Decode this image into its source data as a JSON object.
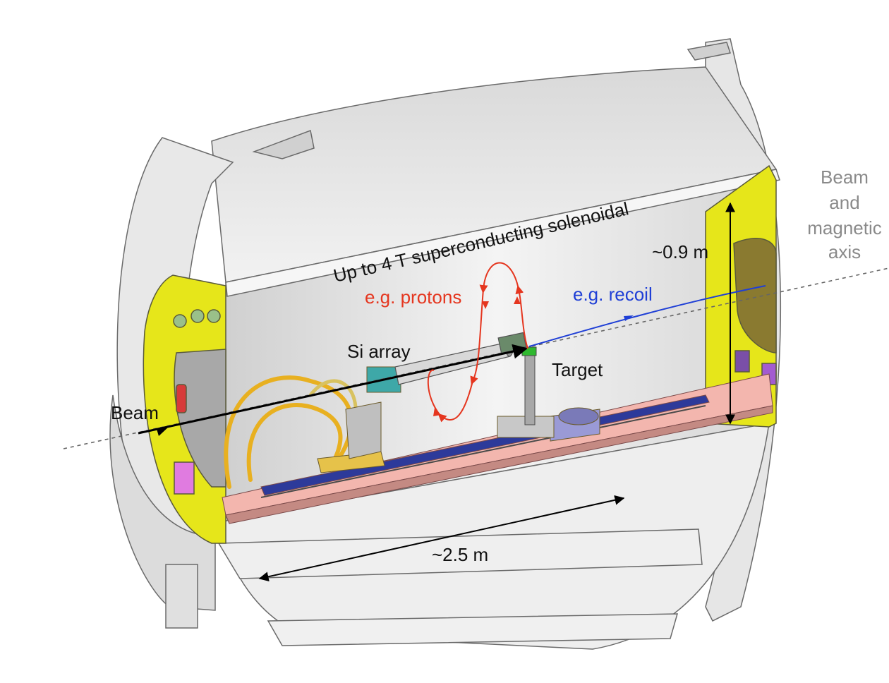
{
  "labels": {
    "solenoid": "Up to 4 T superconducting solenoidal",
    "protons": "e.g. protons",
    "recoil": "e.g. recoil",
    "si_array": "Si array",
    "target": "Target",
    "beam": "Beam",
    "height": "~0.9 m",
    "length": "~2.5 m",
    "axis_line1": "Beam",
    "axis_line2": "and",
    "axis_line3": "magnetic",
    "axis_line4": "axis"
  },
  "colors": {
    "protons": "#e5361f",
    "recoil": "#1f3fd6",
    "end_flange": "#e6e61a",
    "rail": "#f3b6ae",
    "magnet": "#e3e3e3"
  }
}
